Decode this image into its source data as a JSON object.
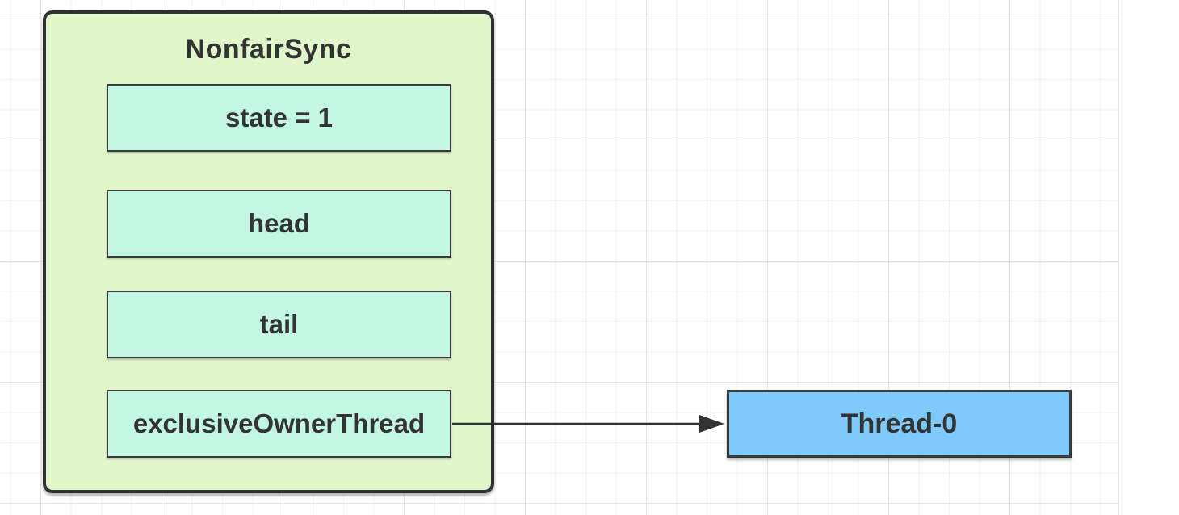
{
  "canvas": {
    "background": "#FFFFFF",
    "grid_minor_color": "#F2F2F2",
    "grid_major_color": "#E4E4E4"
  },
  "diagram": {
    "object_box": {
      "title": "NonfairSync",
      "fill_color": "#E0F7CB",
      "border_color": "#303030",
      "fields": [
        {
          "id": "state",
          "label": "state = 1"
        },
        {
          "id": "head",
          "label": "head"
        },
        {
          "id": "tail",
          "label": "tail"
        },
        {
          "id": "exclusiveOwnerThread",
          "label": "exclusiveOwnerThread"
        }
      ],
      "field_fill_color": "#C2F7E3"
    },
    "thread_box": {
      "label": "Thread-0",
      "fill_color": "#7ECAFA"
    },
    "connector": {
      "from": "exclusiveOwnerThread",
      "to": "Thread-0",
      "style": "solid-line-filled-arrowhead",
      "color": "#333333"
    }
  }
}
